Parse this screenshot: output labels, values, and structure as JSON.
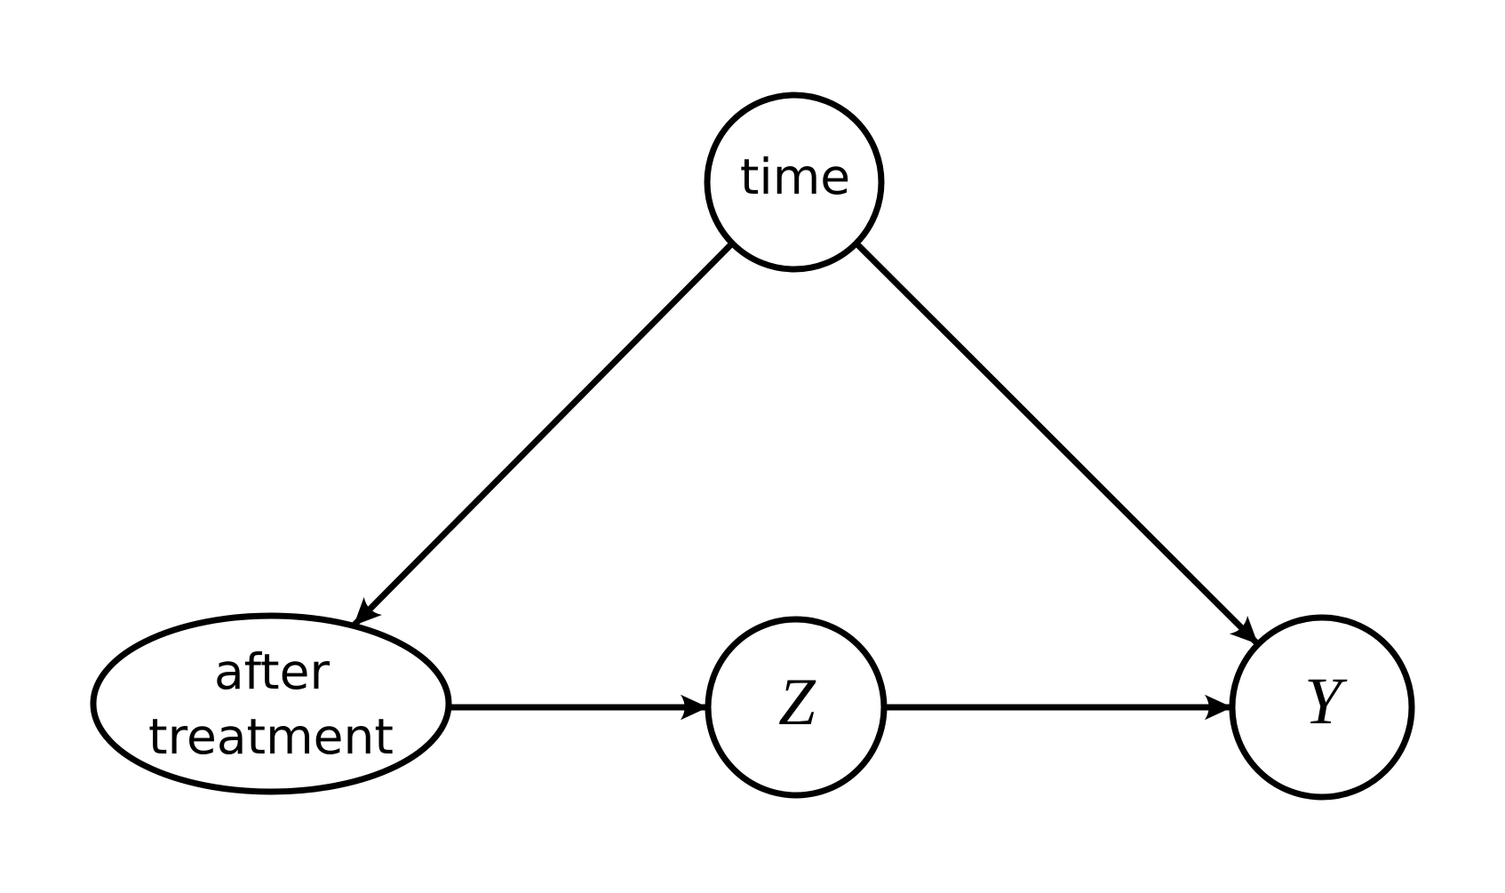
{
  "diagram": {
    "type": "causal-dag",
    "background_color": "#ffffff",
    "stroke_color": "#000000",
    "node_fill_color": "#ffffff",
    "nodes": [
      {
        "id": "time",
        "label": "time",
        "shape": "circle",
        "text_style": "sans"
      },
      {
        "id": "after-treatment",
        "label": "after treatment",
        "label_lines": [
          "after",
          "treatment"
        ],
        "shape": "ellipse",
        "text_style": "sans"
      },
      {
        "id": "Z",
        "label": "Z",
        "shape": "circle",
        "text_style": "math-italic"
      },
      {
        "id": "Y",
        "label": "Y",
        "shape": "circle",
        "text_style": "math-italic"
      }
    ],
    "edges": [
      {
        "from": "time",
        "to": "after-treatment",
        "style": "arrow"
      },
      {
        "from": "time",
        "to": "Y",
        "style": "arrow"
      },
      {
        "from": "after-treatment",
        "to": "Z",
        "style": "arrow"
      },
      {
        "from": "Z",
        "to": "Y",
        "style": "arrow"
      }
    ]
  }
}
